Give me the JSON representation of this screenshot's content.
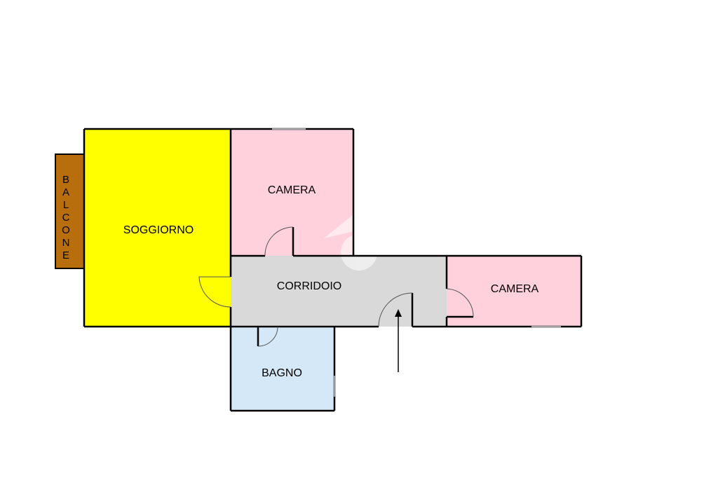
{
  "rooms": {
    "soggiorno": {
      "label": "SOGGIORNO",
      "color": "#ffff00"
    },
    "camera_top": {
      "label": "CAMERA",
      "color": "#ffd1dc"
    },
    "corridoio": {
      "label": "CORRIDOIO",
      "color": "#d9d9d9"
    },
    "camera_right": {
      "label": "CAMERA",
      "color": "#ffd1dc"
    },
    "bagno": {
      "label": "BAGNO",
      "color": "#d5e8f8"
    },
    "balcone": {
      "label": "BALCONE",
      "letters": [
        "B",
        "A",
        "L",
        "C",
        "O",
        "N",
        "E"
      ],
      "color": "#b86e0c"
    }
  },
  "entrance_arrow": "entrance-arrow"
}
